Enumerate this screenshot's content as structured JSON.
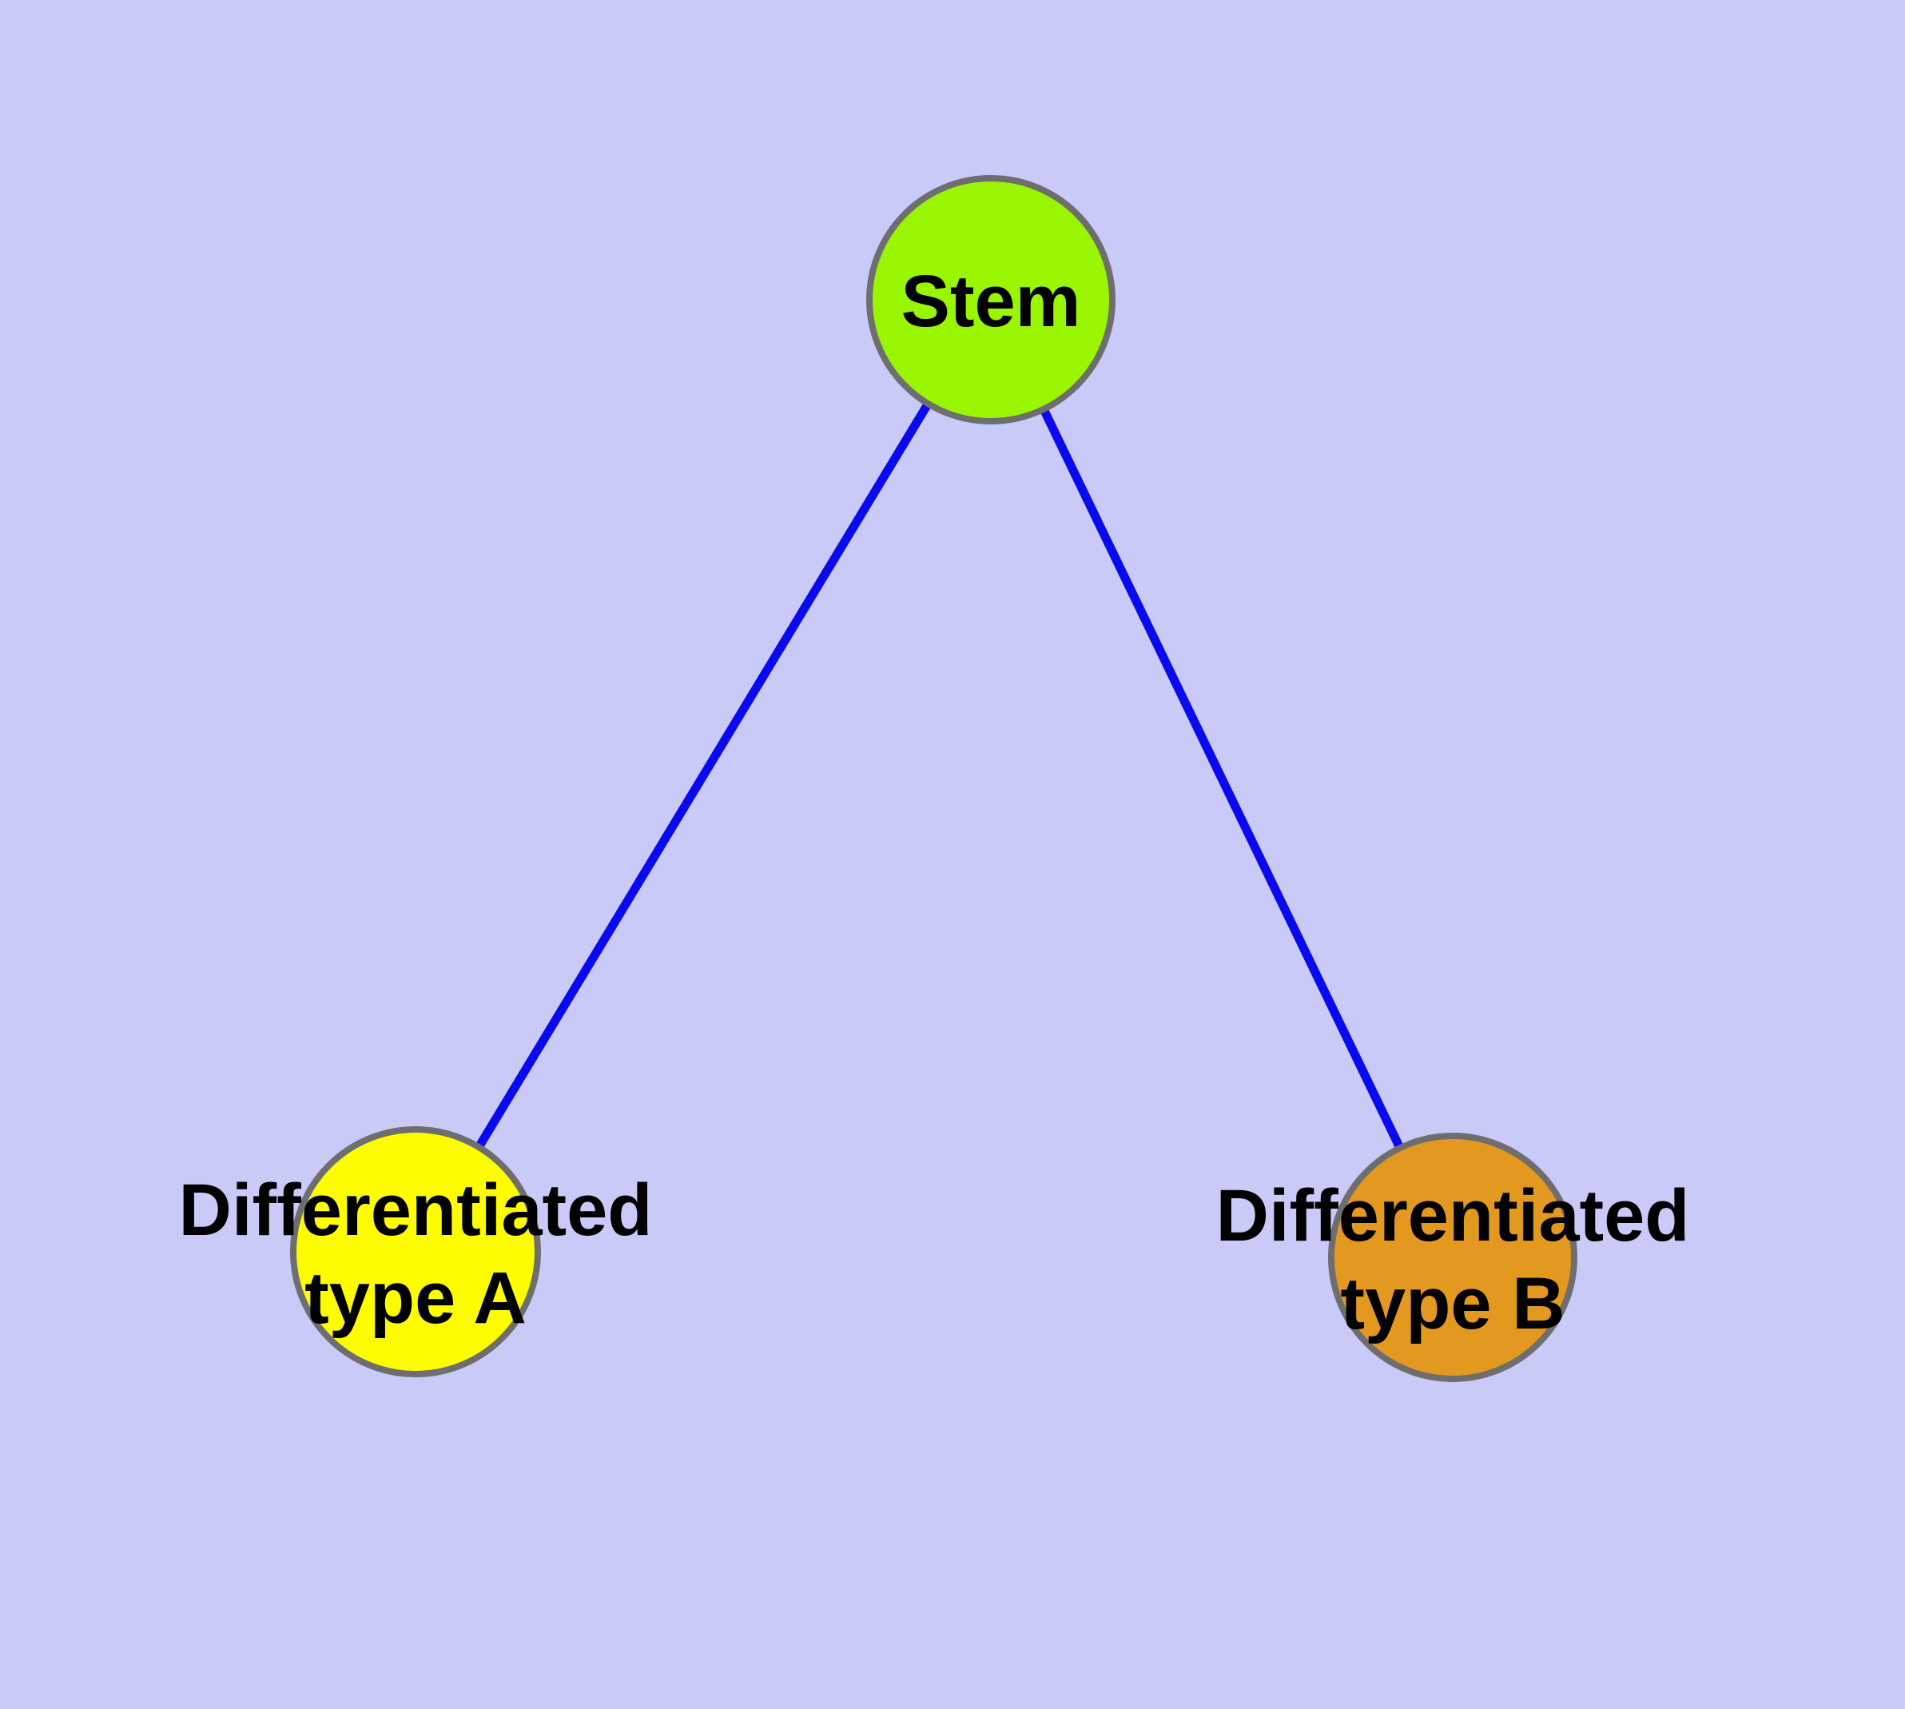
{
  "diagram": {
    "type": "graph",
    "background_color": "#cacaf8",
    "edge_color": "#0a0aee",
    "node_border_color": "#6e6e6e",
    "label_color": "#000000",
    "nodes": [
      {
        "id": "stem",
        "label": "Stem",
        "label_line1": "Stem",
        "fill": "#9af500"
      },
      {
        "id": "differentiated-type-a",
        "label": "Differentiated type A",
        "label_line1": "Differentiated",
        "label_line2": "type A",
        "fill": "#fdfd00"
      },
      {
        "id": "differentiated-type-b",
        "label": "Differentiated type B",
        "label_line1": "Differentiated",
        "label_line2": "type B",
        "fill": "#e3991f"
      }
    ],
    "edges": [
      {
        "from": "Stem",
        "to": "Differentiated type A"
      },
      {
        "from": "Stem",
        "to": "Differentiated type B"
      }
    ]
  }
}
